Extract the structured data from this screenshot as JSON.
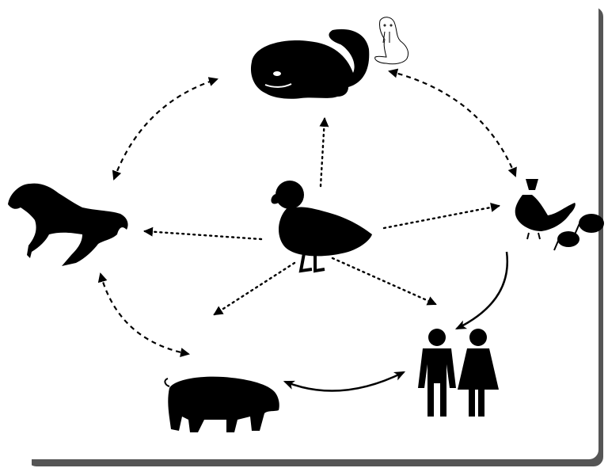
{
  "diagram": {
    "nodes": [
      {
        "id": "whale",
        "icon": "whale-icon"
      },
      {
        "id": "walrus",
        "icon": "walrus-icon"
      },
      {
        "id": "duck",
        "icon": "duck-icon"
      },
      {
        "id": "horse",
        "icon": "horse-icon"
      },
      {
        "id": "birds",
        "icon": "chicken-and-kiwi-icon"
      },
      {
        "id": "pig",
        "icon": "pig-icon"
      },
      {
        "id": "humans",
        "icon": "man-and-woman-icon"
      }
    ],
    "edges": [
      {
        "from": "horse",
        "to": "whale",
        "style": "dashed",
        "direction": "both"
      },
      {
        "from": "whale",
        "to": "birds",
        "style": "dashed",
        "direction": "both"
      },
      {
        "from": "horse",
        "to": "pig",
        "style": "dashed",
        "direction": "both"
      },
      {
        "from": "pig",
        "to": "humans",
        "style": "solid",
        "direction": "both"
      },
      {
        "from": "birds",
        "to": "humans",
        "style": "solid",
        "direction": "forward"
      },
      {
        "from": "duck",
        "to": "whale",
        "style": "dotted",
        "direction": "forward"
      },
      {
        "from": "duck",
        "to": "horse",
        "style": "dotted",
        "direction": "forward"
      },
      {
        "from": "duck",
        "to": "birds",
        "style": "dotted",
        "direction": "forward"
      },
      {
        "from": "duck",
        "to": "humans",
        "style": "dotted",
        "direction": "forward"
      },
      {
        "from": "duck",
        "to": "pig",
        "style": "dotted",
        "direction": "forward"
      }
    ],
    "colors": {
      "ink": "#000000",
      "background": "#ffffff",
      "shadow": "#555555"
    }
  }
}
